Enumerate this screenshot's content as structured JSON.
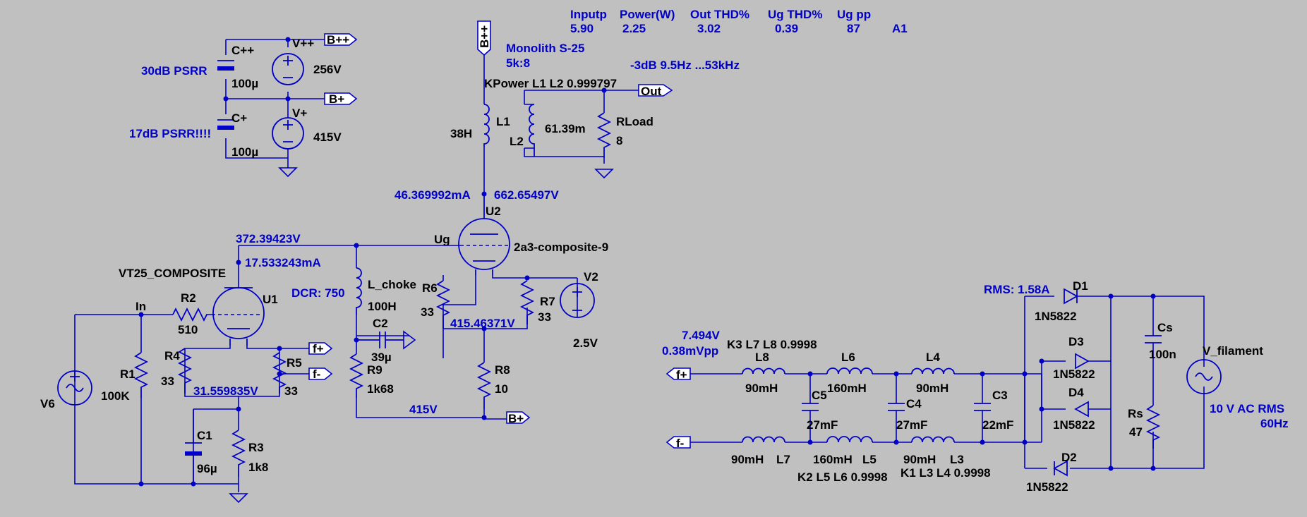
{
  "meas": {
    "h_inputp": "Inputp",
    "h_power": "Power(W)",
    "h_outthd": "Out THD%",
    "h_ugthd": "Ug THD%",
    "h_ugpp": "Ug pp",
    "v_inputp": "5.90",
    "v_power": "2.25",
    "v_outthd": "3.02",
    "v_ugthd": "0.39",
    "v_ugpp": "87",
    "v_tag": "A1"
  },
  "notes": {
    "monolith": "Monolith S-25",
    "ratio": "5k:8",
    "bw": "-3dB  9.5Hz ...53kHz",
    "kpower": "KPower L1 L2 0.999797",
    "psrr_cpp": "30dB PSRR",
    "psrr_cp": "17dB PSRR!!!!",
    "dcr": "DCR: 750",
    "rms": "RMS: 1.58A",
    "k3": "K3 L7 L8 0.9998",
    "k2": "K2 L5 L6 0.9998",
    "k1": "K1 L3 L4 0.9998"
  },
  "probes": {
    "i_u2": "46.369992mA",
    "v_u2": "662.65497V",
    "v_u1a": "372.39423V",
    "i_u1": "17.533243mA",
    "v_cath_u2": "415.46371V",
    "v_cath_u1": "31.559835V",
    "v_b": "415V",
    "v_fil": "7.494V",
    "vpp_fil": "0.38mVpp"
  },
  "ports": {
    "bpp": "B++",
    "bp": "B+",
    "out": "Out",
    "fp": "f+",
    "fm": "f-"
  },
  "parts": {
    "cpp": "C++",
    "cpp_v": "100µ",
    "cp": "C+",
    "cp_v": "100µ",
    "vpp": "V++",
    "vpp_v": "256V",
    "vp": "V+",
    "vp_v": "415V",
    "l1": "L1",
    "l1_v": "38H",
    "l2": "L2",
    "l2_v": "61.39m",
    "rload": "RLoad",
    "rload_v": "8",
    "u2": "U2",
    "u2_model": "2a3-composite-9",
    "ug": "Ug",
    "u1": "U1",
    "u1_model": "VT25_COMPOSITE",
    "in_net": "In",
    "lchoke": "L_choke",
    "lchoke_v": "100H",
    "c2": "C2",
    "c2_v": "39µ",
    "r9": "R9",
    "r9_v": "1k68",
    "r6": "R6",
    "r6_v": "33",
    "r7": "R7",
    "r7_v": "33",
    "v2": "V2",
    "v2_v": "2.5V",
    "r8": "R8",
    "r8_v": "10",
    "r2": "R2",
    "r2_v": "510",
    "r1": "R1",
    "r1_v": "100K",
    "v6": "V6",
    "r4": "R4",
    "r4_v": "33",
    "r5": "R5",
    "r5_v": "33",
    "c1": "C1",
    "c1_v": "96µ",
    "r3": "R3",
    "r3_v": "1k8",
    "l8": "L8",
    "l8_v": "90mH",
    "l6": "L6",
    "l6_v": "160mH",
    "l4": "L4",
    "l4_v": "90mH",
    "l7": "L7",
    "l7_v": "90mH",
    "l5": "L5",
    "l5_v": "160mH",
    "l3": "L3",
    "l3_v": "90mH",
    "c5": "C5",
    "c5_v": "27mF",
    "c4": "C4",
    "c4_v": "27mF",
    "c3": "C3",
    "c3_v": "22mF",
    "d1": "D1",
    "d1_v": "1N5822",
    "d2": "D2",
    "d2_v": "1N5822",
    "d3": "D3",
    "d3_v": "1N5822",
    "d4": "D4",
    "d4_v": "1N5822",
    "cs": "Cs",
    "cs_v": "100n",
    "rs": "Rs",
    "rs_v": "47",
    "vfil": "V_filament",
    "vfil_v1": "10 V AC RMS",
    "vfil_v2": "60Hz"
  },
  "colors": {
    "background": "#c0c0c0",
    "wire": "#0000c8",
    "label": "#000000",
    "annotation": "#0000c8"
  }
}
